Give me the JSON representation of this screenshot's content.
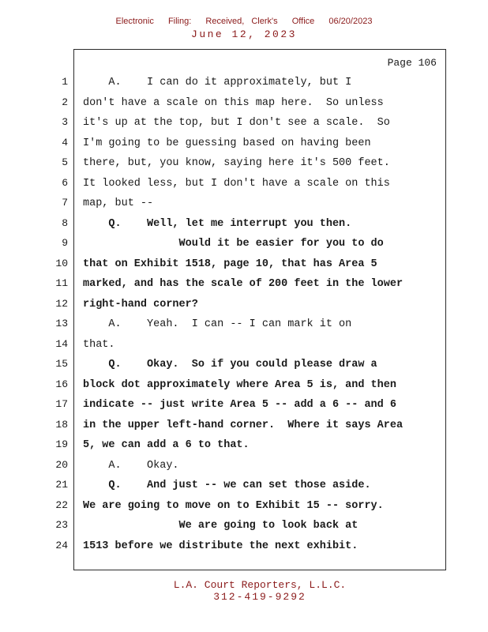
{
  "colors": {
    "accent_red": "#8b1a1a",
    "body_text": "#1a1a1a"
  },
  "header": {
    "filing_line": "Electronic  Filing:  Received, Clerk's  Office  06/20/2023",
    "date_line": "June 12, 2023"
  },
  "transcript": {
    "page_label": "Page 106",
    "lines": [
      {
        "num": "1",
        "bold": false,
        "text": "    A.    I can do it approximately, but I"
      },
      {
        "num": "2",
        "bold": false,
        "text": "don't have a scale on this map here.  So unless"
      },
      {
        "num": "3",
        "bold": false,
        "text": "it's up at the top, but I don't see a scale.  So"
      },
      {
        "num": "4",
        "bold": false,
        "text": "I'm going to be guessing based on having been"
      },
      {
        "num": "5",
        "bold": false,
        "text": "there, but, you know, saying here it's 500 feet."
      },
      {
        "num": "6",
        "bold": false,
        "text": "It looked less, but I don't have a scale on this"
      },
      {
        "num": "7",
        "bold": false,
        "text": "map, but --"
      },
      {
        "num": "8",
        "bold": true,
        "text": "    Q.    Well, let me interrupt you then."
      },
      {
        "num": "9",
        "bold": true,
        "text": "               Would it be easier for you to do"
      },
      {
        "num": "10",
        "bold": true,
        "text": "that on Exhibit 1518, page 10, that has Area 5"
      },
      {
        "num": "11",
        "bold": true,
        "text": "marked, and has the scale of 200 feet in the lower"
      },
      {
        "num": "12",
        "bold": true,
        "text": "right-hand corner?"
      },
      {
        "num": "13",
        "bold": false,
        "text": "    A.    Yeah.  I can -- I can mark it on"
      },
      {
        "num": "14",
        "bold": false,
        "text": "that."
      },
      {
        "num": "15",
        "bold": true,
        "text": "    Q.    Okay.  So if you could please draw a"
      },
      {
        "num": "16",
        "bold": true,
        "text": "block dot approximately where Area 5 is, and then"
      },
      {
        "num": "17",
        "bold": true,
        "text": "indicate -- just write Area 5 -- add a 6 -- and 6"
      },
      {
        "num": "18",
        "bold": true,
        "text": "in the upper left-hand corner.  Where it says Area"
      },
      {
        "num": "19",
        "bold": true,
        "text": "5, we can add a 6 to that."
      },
      {
        "num": "20",
        "bold": false,
        "text": "    A.    Okay."
      },
      {
        "num": "21",
        "bold": true,
        "text": "    Q.    And just -- we can set those aside."
      },
      {
        "num": "22",
        "bold": true,
        "text": "We are going to move on to Exhibit 15 -- sorry."
      },
      {
        "num": "23",
        "bold": true,
        "text": "               We are going to look back at"
      },
      {
        "num": "24",
        "bold": true,
        "text": "1513 before we distribute the next exhibit."
      }
    ]
  },
  "footer": {
    "company": "L.A. Court Reporters, L.L.C.",
    "phone": "312-419-9292"
  }
}
